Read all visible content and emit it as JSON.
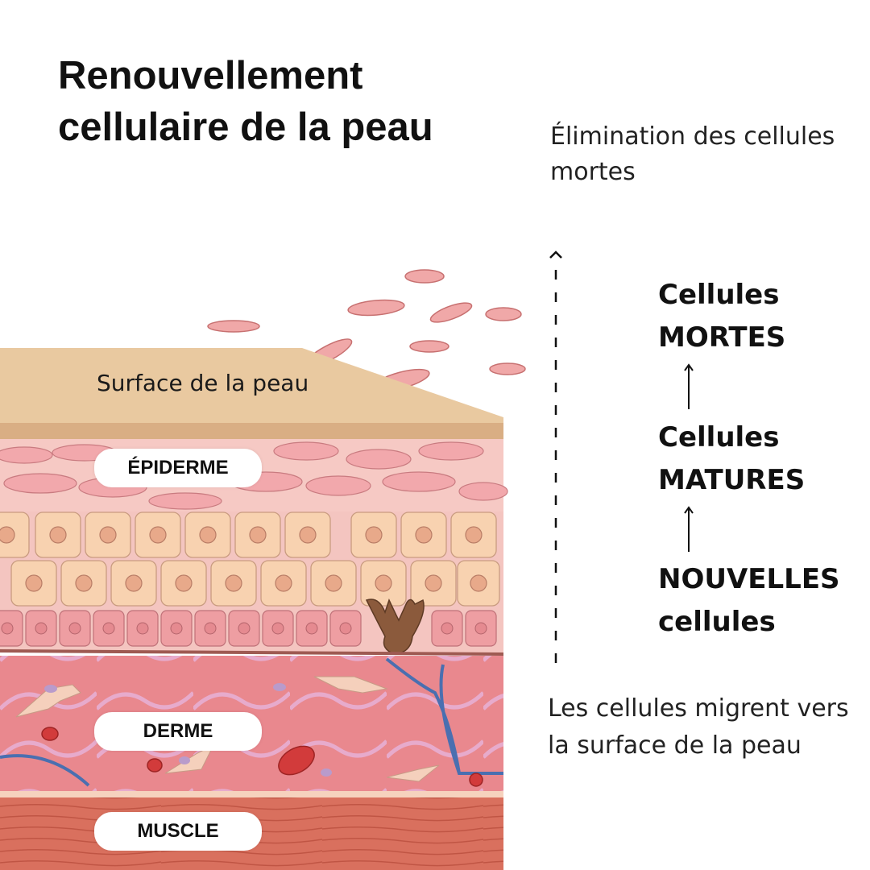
{
  "title": "Renouvellement cellulaire de la peau",
  "top_note": "Élimination des cellules mortes",
  "bottom_note": "Les cellules migrent vers la surface de la peau",
  "layers": {
    "surface": "Surface de la peau",
    "epidermis": "ÉPIDERME",
    "dermis": "DERME",
    "muscle": "MUSCLE"
  },
  "stages": [
    {
      "line1": "Cellules",
      "line2": "MORTES"
    },
    {
      "line1": "Cellules",
      "line2": "MATURES"
    },
    {
      "line1": "NOUVELLES",
      "line2": "cellules"
    }
  ],
  "colors": {
    "surface": "#E9C9A0",
    "epidermis": "#F6C9C4",
    "cell_beige": "#F8D2B0",
    "dermis": "#E9888E",
    "muscle": "#D9705E",
    "vessel_blue": "#4A6FB0",
    "red_cell": "#D23B3B"
  }
}
